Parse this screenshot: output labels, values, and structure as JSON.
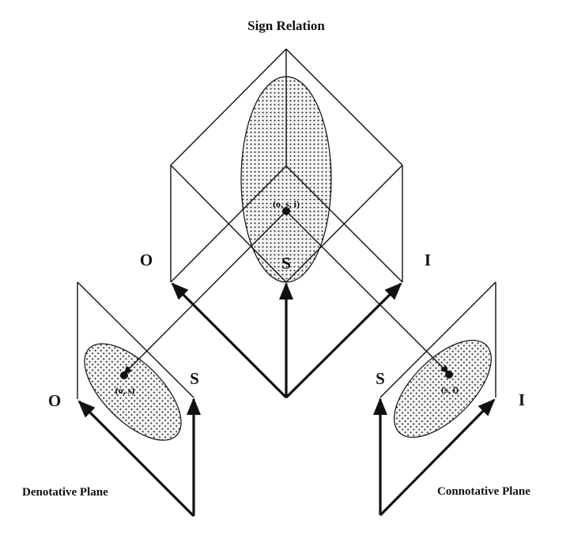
{
  "title": "Sign Relation",
  "triadic": {
    "axis_labels": {
      "object": "O",
      "sign": "S",
      "interpretant": "I"
    },
    "point_label": "(o, s, i)"
  },
  "denotative_plane": {
    "label": "Denotative Plane",
    "axis_labels": {
      "object": "O",
      "sign": "S"
    },
    "point_label": "(o, s)"
  },
  "connotative_plane": {
    "label": "Connotative Plane",
    "axis_labels": {
      "sign": "S",
      "interpretant": "I"
    },
    "point_label": "(s, i)"
  },
  "colors": {
    "ink": "#111111",
    "background": "#ffffff"
  }
}
